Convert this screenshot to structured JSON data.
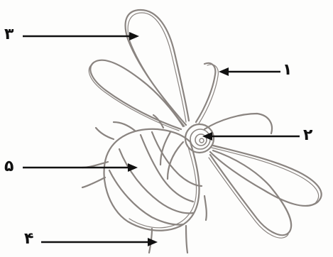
{
  "labels": {
    "one": "١",
    "two": "٢",
    "three": "٣",
    "four": "۴",
    "five": "۵"
  },
  "colors": {
    "sketch_stroke": "#8a8480",
    "arrow_stroke": "#111111",
    "background": "#fdfdfc"
  }
}
